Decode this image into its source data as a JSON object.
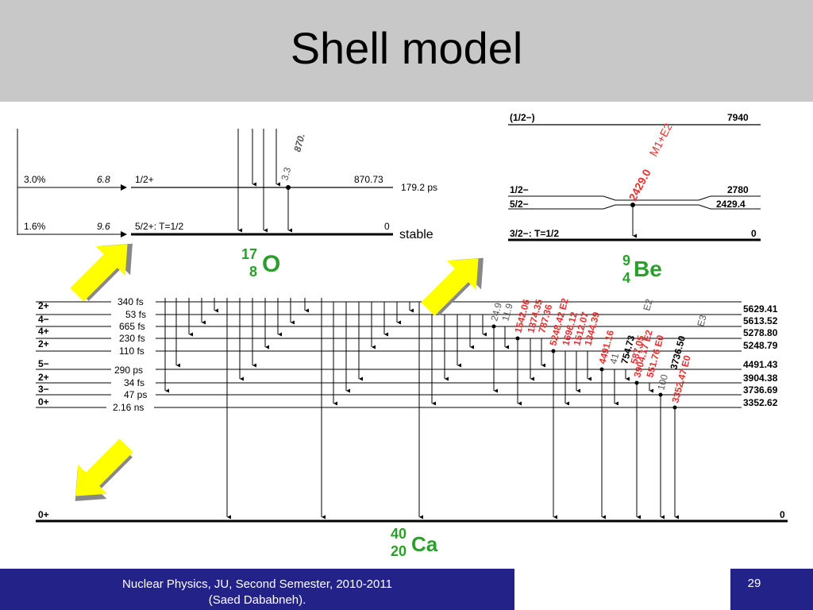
{
  "slide": {
    "title": "Shell model",
    "footer_line1": "Nuclear Physics, JU, Second Semester, 2010-2011",
    "footer_line2": "(Saed Dababneh).",
    "page_number": "29"
  },
  "o17": {
    "nuclide": {
      "A": "17",
      "Z": "8",
      "symbol": "O"
    },
    "levels": [
      {
        "spin": "1/2+",
        "branching": "3.0%",
        "logft": "6.8",
        "energy": "870.73",
        "lifetime": "179.2 ps"
      },
      {
        "spin": "5/2+: T=1/2",
        "branching": "1.6%",
        "logft": "9.6",
        "energy": "0",
        "lifetime": "stable"
      }
    ],
    "gammas": [
      {
        "label": "3.3",
        "energy": "870."
      }
    ]
  },
  "be9": {
    "nuclide": {
      "A": "9",
      "Z": "4",
      "symbol": "Be"
    },
    "levels": [
      {
        "spin": "(1/2−)",
        "energy": "7940"
      },
      {
        "spin": "1/2−",
        "energy": "2780"
      },
      {
        "spin": "5/2−",
        "energy": "2429.4"
      },
      {
        "spin": "3/2−: T=1/2",
        "energy": "0"
      }
    ],
    "gamma": {
      "energy": "2429.0",
      "type": "M1+E2"
    }
  },
  "ca40": {
    "nuclide": {
      "A": "40",
      "Z": "20",
      "symbol": "Ca"
    },
    "levels": [
      {
        "spin": "2+",
        "lifetime": "340 fs",
        "energy": "5629.41"
      },
      {
        "spin": "4−",
        "lifetime": "53 fs",
        "energy": "5613.52"
      },
      {
        "spin": "4+",
        "lifetime": "665 fs",
        "energy": "5278.80"
      },
      {
        "spin": "2+",
        "lifetime": "230 fs",
        "energy": "5248.79"
      },
      {
        "spin": "5−",
        "lifetime": "110 fs",
        "energy": "4491.43"
      },
      {
        "spin": "2+",
        "lifetime": "290 ps",
        "energy": "3904.38"
      },
      {
        "spin": "3−",
        "lifetime": "34 fs",
        "energy": "3736.69"
      },
      {
        "spin": "0+",
        "lifetime": "47 ps",
        "energy": "3352.62"
      },
      {
        "spin": "",
        "lifetime": "2.16 ns",
        "energy": ""
      },
      {
        "spin": "0+",
        "lifetime": "",
        "energy": "0"
      }
    ],
    "gammas_red": [
      "1542.06",
      "1374.35",
      "787.36",
      "5248.42 E2",
      "1696.12",
      "1512.07",
      "1344.39",
      "4491.16",
      "587.05",
      "3904.17 E2",
      "551.76 E0",
      "3352.47 E0"
    ],
    "gammas_gray": [
      "24.9",
      "11.9",
      "754.73",
      "E2",
      "41",
      "3736.50",
      "E3",
      "100"
    ]
  },
  "colors": {
    "title_bar": "#c8c8c8",
    "footer": "#222288",
    "arrow_fill": "#ffff00",
    "arrow_shadow": "#888888",
    "nuclide_green": "#2aa02a",
    "gamma_red": "#e83030"
  }
}
